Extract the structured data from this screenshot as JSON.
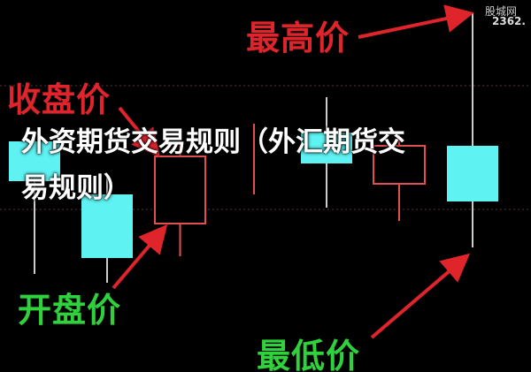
{
  "labels": {
    "high": "最高价",
    "close": "收盘价",
    "open": "开盘价",
    "low": "最低价"
  },
  "title": "外资期货交易规则（外汇期货交易规则）",
  "watermark": {
    "site": "股城网",
    "price": "2362."
  },
  "colors": {
    "up_candle": "#5ef2f2",
    "down_candle_outline": "#e05050",
    "wick": "#cccccc",
    "arrow": "#e0242b",
    "high_close_label": "#e0242b",
    "open_low_label": "#2fd23c",
    "background": "#000000"
  }
}
